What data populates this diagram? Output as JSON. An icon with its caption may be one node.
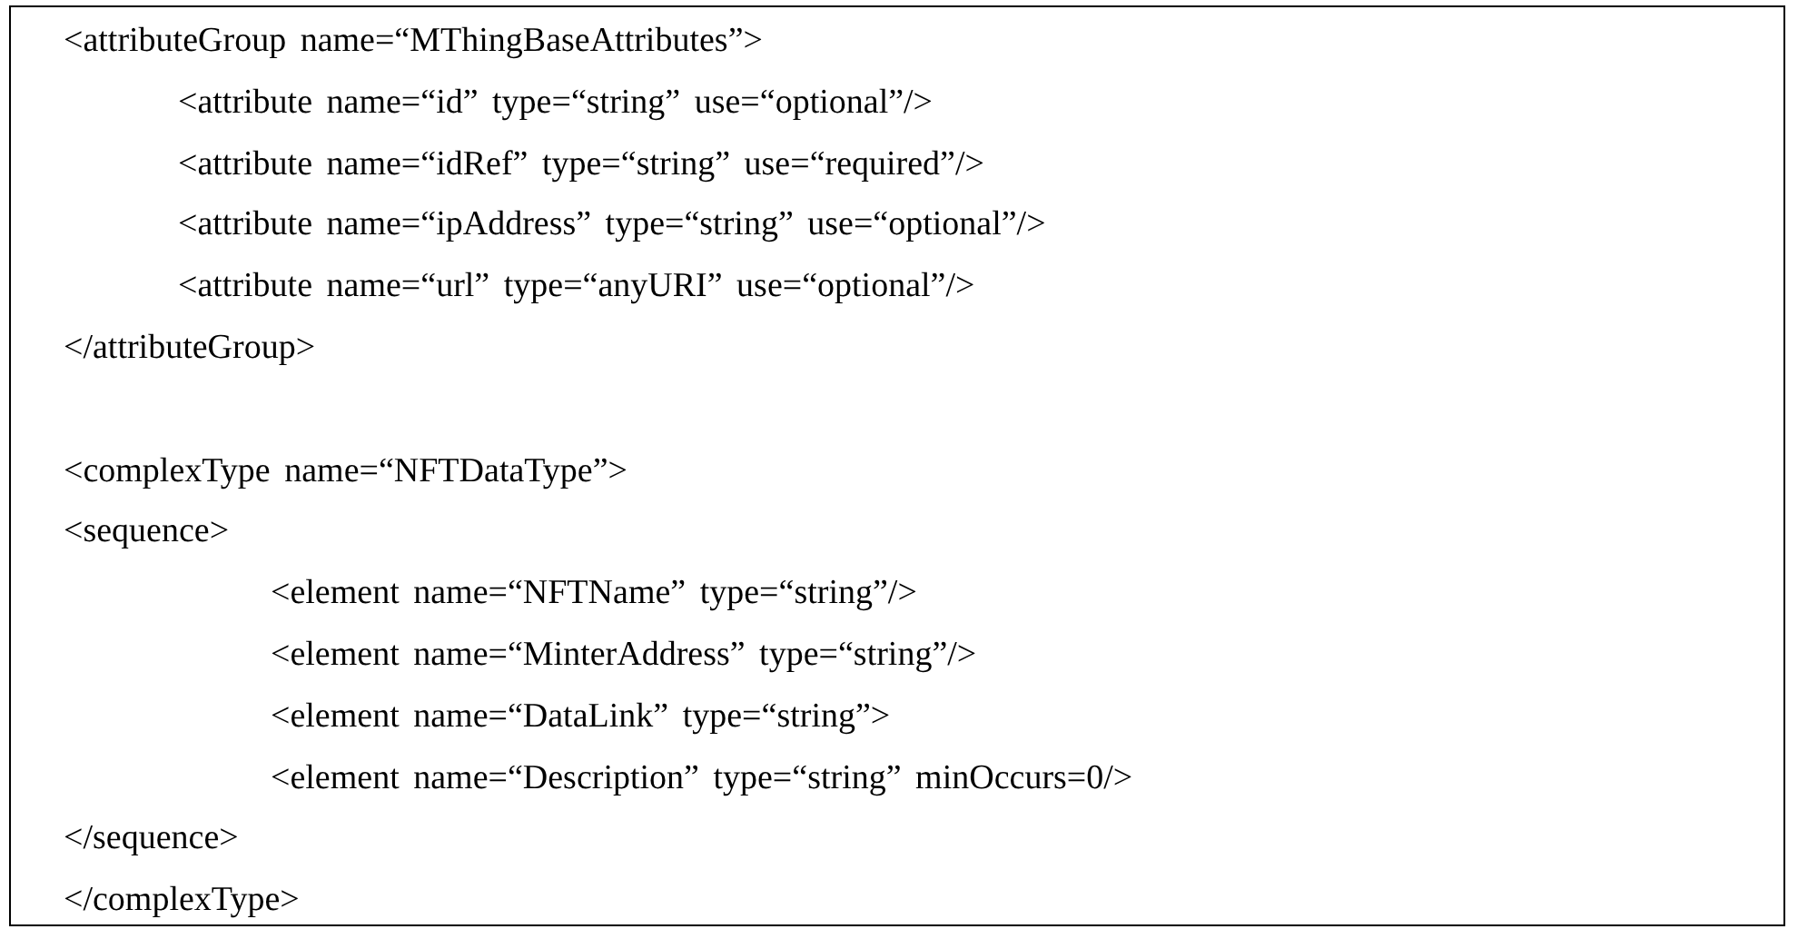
{
  "diagram": {
    "nodes": [
      {
        "text": [
          "<attributeGroup name=“MThingBaseAttributes”>",
          "<attribute name=“id” type=“string” use=“optional”/>",
          "<attribute name=“idRef” type=“string” use=“required”/>",
          "<attribute name=“ipAddress” type=“string” use=“optional”/>",
          "<attribute name=“url” type=“anyURI” use=“optional”/>",
          "</attributeGroup>",
          "<complexType name=“NFTDataType”>",
          "<sequence>",
          "<element name=“NFTName” type=“string”/>",
          "<element name=“MinterAddress” type=“string”/>",
          "<element name=“DataLink” type=“string”>",
          "<element name=“Description” type=“string” minOccurs=0/>",
          "</sequence>",
          "</complexType>"
        ]
      }
    ]
  }
}
